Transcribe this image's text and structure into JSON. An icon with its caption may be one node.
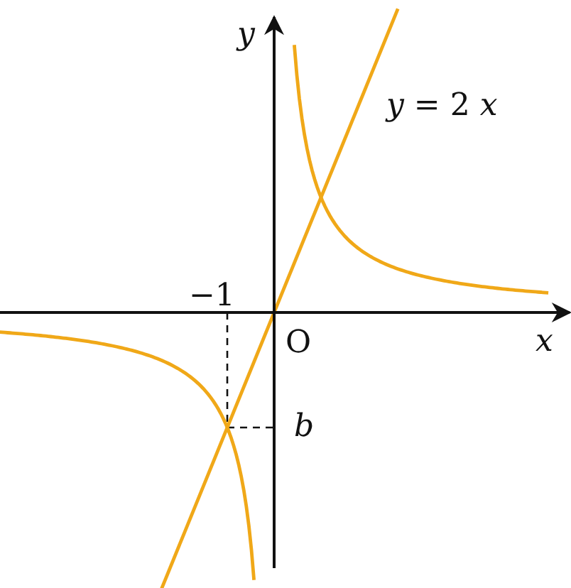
{
  "diagram": {
    "labels": [
      "y",
      "*y* = 2 *x*",
      "−1",
      "x",
      "O",
      "b"
    ]
  }
}
